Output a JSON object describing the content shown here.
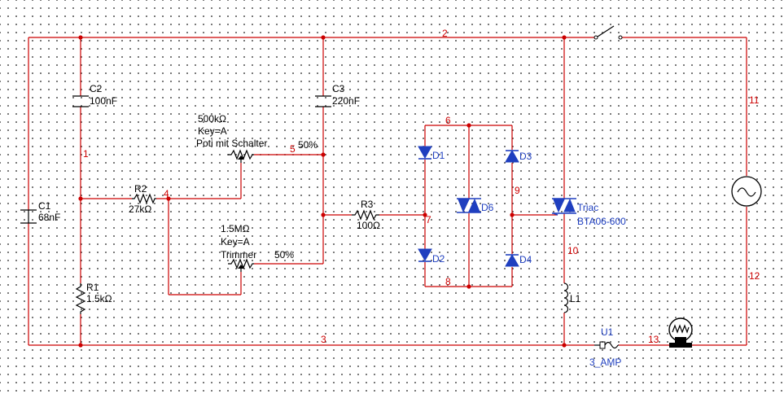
{
  "nodes": [
    "1",
    "2",
    "3",
    "4",
    "5",
    "6",
    "7",
    "8",
    "9",
    "10",
    "11",
    "12",
    "13"
  ],
  "components": {
    "C1": {
      "ref": "C1",
      "value": "68nF"
    },
    "C2": {
      "ref": "C2",
      "value": "100nF"
    },
    "C3": {
      "ref": "C3",
      "value": "220nF"
    },
    "R1": {
      "ref": "R1",
      "value": "1.5kΩ"
    },
    "R2": {
      "ref": "R2",
      "value": "27kΩ"
    },
    "R3": {
      "ref": "R3",
      "value": "100Ω"
    },
    "pot": {
      "value": "500kΩ",
      "key": "Key=A",
      "name": "Poti mit Schalter",
      "percent": "50%"
    },
    "trimmer": {
      "value": "1.5MΩ",
      "key": "Key=A",
      "name": "Trimmer",
      "percent": "50%"
    },
    "D1": {
      "ref": "D1"
    },
    "D2": {
      "ref": "D2"
    },
    "D3": {
      "ref": "D3"
    },
    "D4": {
      "ref": "D4"
    },
    "D6": {
      "ref": "D6"
    },
    "triac": {
      "ref": "Triac",
      "part": "BTA06-600"
    },
    "L1": {
      "ref": "L1"
    },
    "U1": {
      "ref": "U1",
      "value": "3_AMP"
    }
  },
  "colors": {
    "wire": "#cc0000",
    "part": "#000000",
    "semiconductor": "#1f3fbf"
  }
}
